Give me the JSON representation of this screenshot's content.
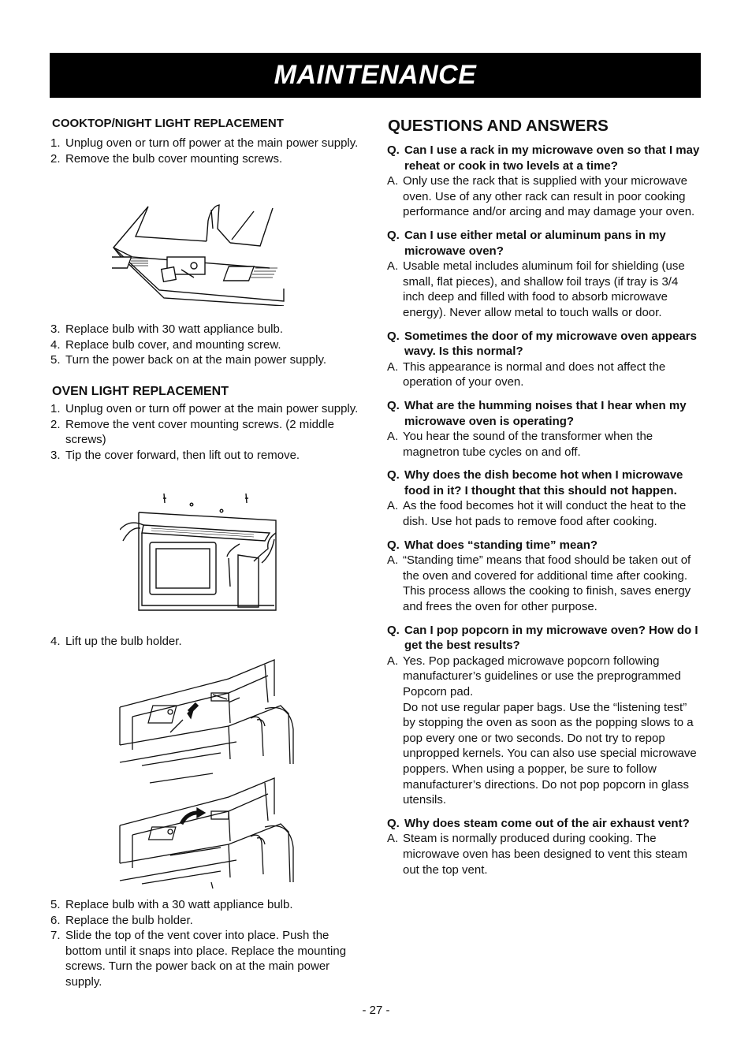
{
  "title": "MAINTENANCE",
  "left": {
    "cooktop": {
      "heading": "COOKTOP/NIGHT LIGHT REPLACEMENT",
      "steps_a": [
        {
          "num": "1.",
          "text": "Unplug oven or turn off power at the main power supply."
        },
        {
          "num": "2.",
          "text": "Remove the bulb cover mounting screws."
        }
      ],
      "steps_b": [
        {
          "num": "3.",
          "text": "Replace bulb with 30 watt appliance bulb."
        },
        {
          "num": "4.",
          "text": "Replace bulb cover, and mounting screw."
        },
        {
          "num": "5.",
          "text": "Turn the power back on at the main power supply."
        }
      ]
    },
    "oven": {
      "heading": "OVEN LIGHT REPLACEMENT",
      "steps_a": [
        {
          "num": "1.",
          "text": "Unplug oven or turn off power at the main power supply."
        },
        {
          "num": "2.",
          "text": "Remove the vent cover mounting screws. (2 middle screws)"
        },
        {
          "num": "3.",
          "text": "Tip the cover forward, then lift out to remove."
        }
      ],
      "steps_b": [
        {
          "num": "4.",
          "text": "Lift up the bulb holder."
        }
      ],
      "steps_c": [
        {
          "num": "5.",
          "text": "Replace bulb with a 30 watt appliance bulb."
        },
        {
          "num": "6.",
          "text": "Replace the bulb holder."
        },
        {
          "num": "7.",
          "text": "Slide the top of the vent cover into place. Push the bottom until it snaps into place. Replace the mounting screws. Turn the power back on at the main power supply."
        }
      ]
    }
  },
  "right": {
    "heading": "QUESTIONS AND ANSWERS",
    "qa": [
      {
        "q": "Can I use a rack in my microwave oven so that I may reheat or cook in two levels at a time?",
        "a": "Only use the rack that is supplied with your microwave oven. Use of any other rack can result in poor cooking performance and/or arcing and may damage your oven.",
        "a2": ""
      },
      {
        "q": "Can I use either metal or aluminum pans in my microwave oven?",
        "a": "Usable metal includes aluminum foil for shielding (use small, flat pieces), and shallow foil trays (if tray is 3/4 inch deep and filled with food to absorb microwave energy). Never allow metal to touch walls or door.",
        "a2": ""
      },
      {
        "q": "Sometimes the door of my microwave oven appears wavy. Is this normal?",
        "a": "This appearance is normal and does not affect the operation of your oven.",
        "a2": ""
      },
      {
        "q": "What are the humming noises that I hear when my microwave oven is operating?",
        "a": "You hear the sound of the transformer when the magnetron tube cycles on and off.",
        "a2": ""
      },
      {
        "q": "Why does the dish become hot when I microwave food in it? I thought that this should not happen.",
        "a": "As the food becomes hot it will conduct the heat to the dish. Use hot pads to remove food after cooking.",
        "a2": ""
      },
      {
        "q": "What does “standing time” mean?",
        "a": "“Standing time” means that food should be taken out of the oven and covered for additional time after cooking. This process allows the cooking to finish, saves energy and frees the oven for other purpose.",
        "a2": ""
      },
      {
        "q": "Can I pop popcorn in my microwave oven? How do I get the best results?",
        "a": "Yes. Pop packaged microwave popcorn following manufacturer’s guidelines or use the preprogrammed Popcorn pad.",
        "a2": "Do not use regular paper bags. Use the “listening test” by stopping the oven as soon as the popping slows to a pop every one or two seconds. Do not try to repop unpropped kernels. You can also use special microwave poppers. When using a popper, be sure to follow manufacturer’s directions. Do not pop popcorn in glass utensils."
      },
      {
        "q": "Why does steam come out of the air exhaust vent?",
        "a": "Steam is normally produced during cooking. The microwave oven has been designed to vent this steam out the top vent.",
        "a2": ""
      }
    ],
    "q_prefix": "Q.",
    "a_prefix": "A."
  },
  "page_number": "- 27 -"
}
